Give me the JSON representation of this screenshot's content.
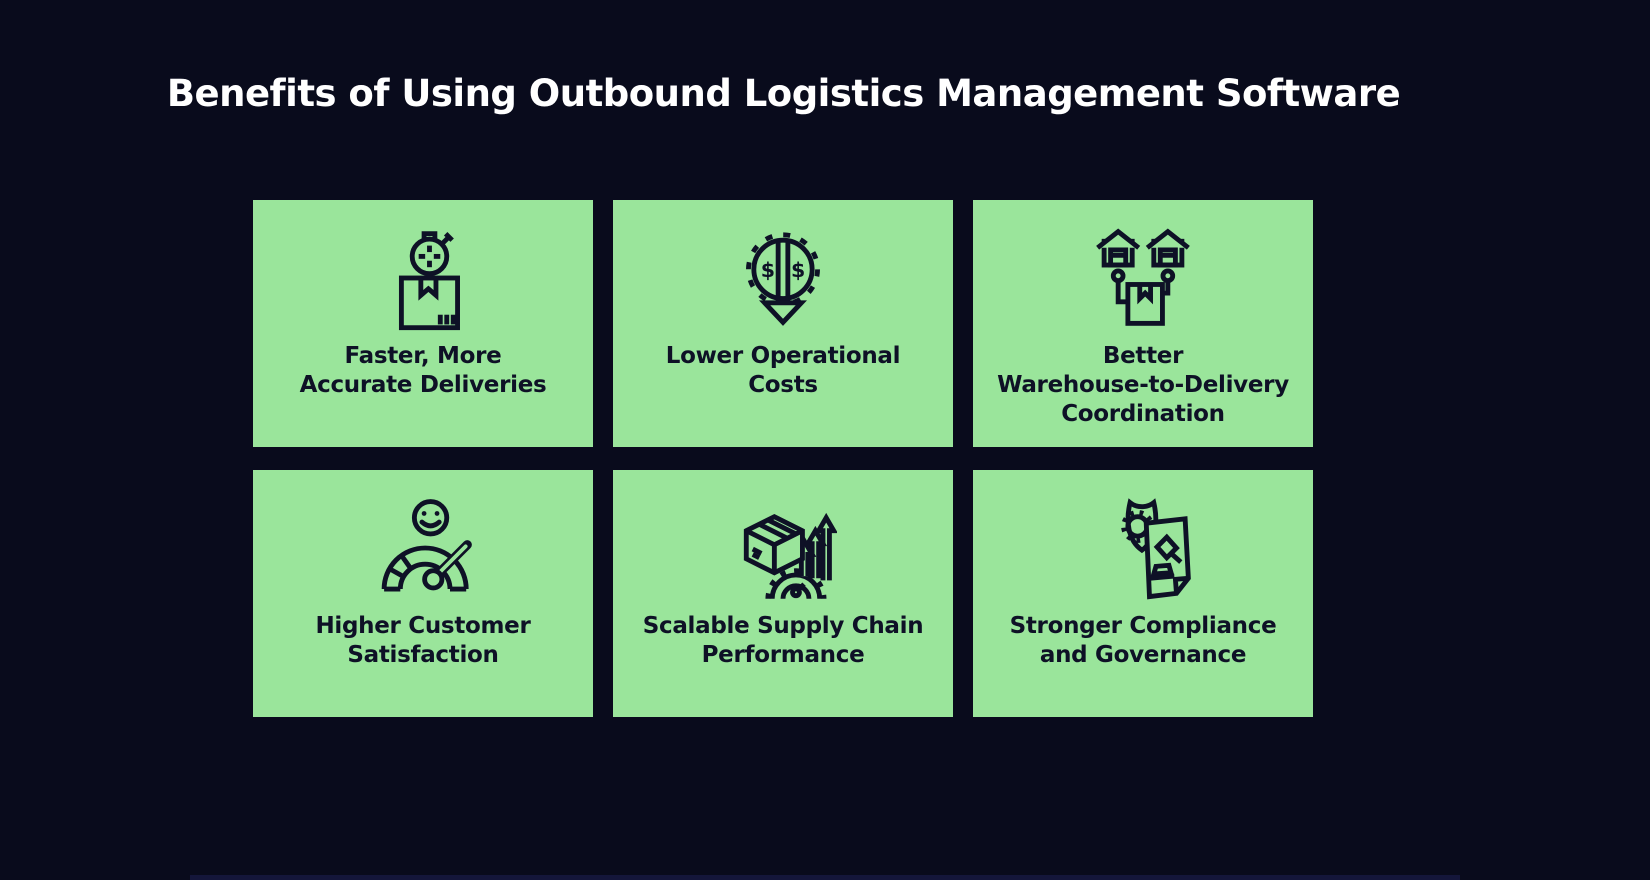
{
  "page": {
    "background": "#090b1c",
    "card_color": "#9ae59b",
    "text_color": "#0e1126",
    "title_color": "#ffffff",
    "bottom_line_color": "#14163a"
  },
  "header": {
    "title": "Benefits of Using Outbound Logistics Management Software"
  },
  "icons": {
    "dollar": "$"
  },
  "cards": [
    {
      "icon": "stopwatch-package-icon",
      "label": "Faster, More\nAccurate Deliveries"
    },
    {
      "icon": "cost-reduction-gear-icon",
      "label": "Lower Operational\nCosts"
    },
    {
      "icon": "warehouse-network-icon",
      "label": "Better\nWarehouse-to-Delivery\nCoordination"
    },
    {
      "icon": "satisfaction-gauge-icon",
      "label": "Higher Customer\nSatisfaction"
    },
    {
      "icon": "scalable-performance-icon",
      "label": "Scalable Supply Chain\nPerformance"
    },
    {
      "icon": "compliance-governance-icon",
      "label": "Stronger Compliance\nand Governance"
    }
  ]
}
